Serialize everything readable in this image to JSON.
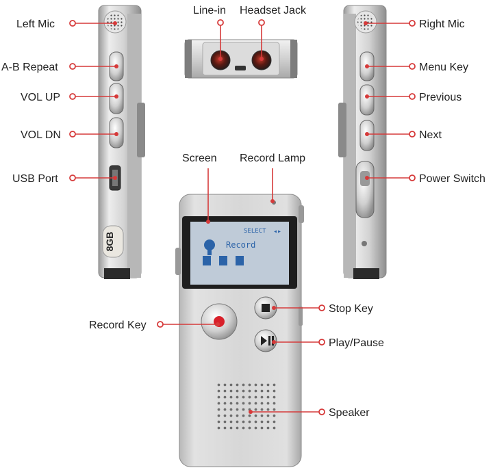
{
  "labels": {
    "left_mic": "Left Mic",
    "ab_repeat": "A-B Repeat",
    "vol_up": "VOL UP",
    "vol_dn": "VOL DN",
    "usb_port": "USB Port",
    "line_in": "Line-in",
    "headset_jack": "Headset Jack",
    "screen": "Screen",
    "record_lamp": "Record Lamp",
    "record_key": "Record Key",
    "stop_key": "Stop Key",
    "play_pause": "Play/Pause",
    "speaker": "Speaker",
    "right_mic": "Right Mic",
    "menu_key": "Menu Key",
    "previous": "Previous",
    "next": "Next",
    "power_switch": "Power Switch"
  },
  "device": {
    "capacity_badge": "8GB",
    "lcd_header": "SELECT",
    "lcd_item": "Record"
  },
  "colors": {
    "callout": "#d63a3a",
    "body_silver": "#c9c9c9",
    "lcd": "#bfcbd8",
    "record_button": "#d8202a"
  }
}
